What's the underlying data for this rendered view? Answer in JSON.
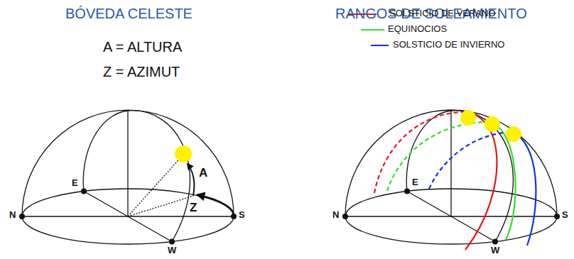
{
  "diagram": {
    "labels": [
      "BÓVEDA CELESTE",
      "RANGOS DE SOLEAMIENTO",
      "A = ALTURA",
      "Z = AZIMUT",
      "A",
      "Z",
      "N",
      "E",
      "W",
      "S",
      "N",
      "E",
      "W",
      "S"
    ],
    "legend": [
      {
        "text": "SOLSTICIO DE VERANO"
      },
      {
        "text": "EQUINOCIOS"
      },
      {
        "text": "SOLSTICIO DE INVIERNO"
      }
    ]
  }
}
